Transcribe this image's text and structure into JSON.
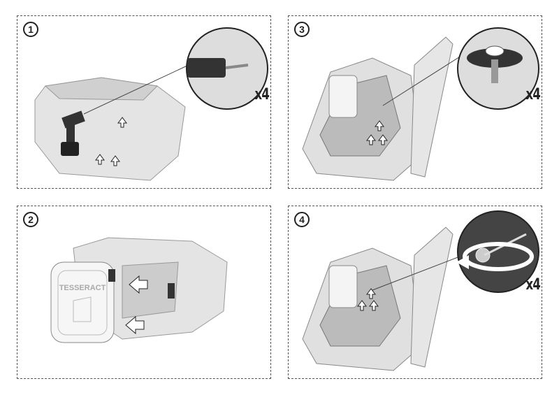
{
  "steps": [
    {
      "number": "1",
      "quantity": "x4"
    },
    {
      "number": "2"
    },
    {
      "number": "3",
      "quantity": "x4"
    },
    {
      "number": "4",
      "quantity": "x4"
    }
  ],
  "product_logo": "TESSERACT"
}
